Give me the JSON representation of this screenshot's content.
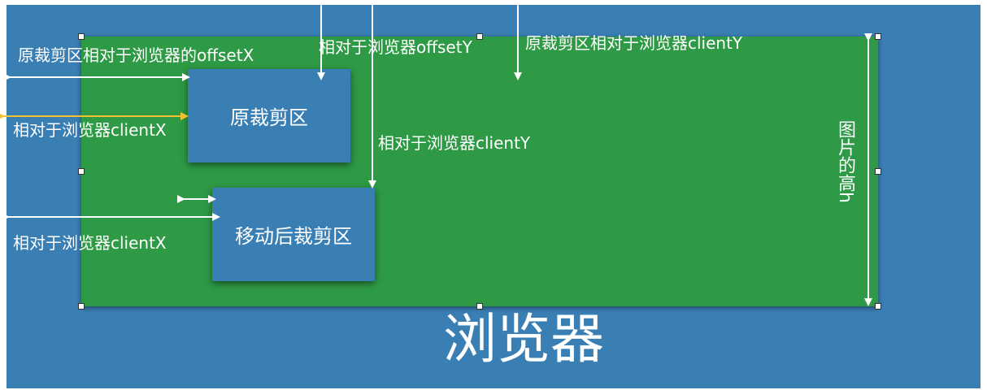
{
  "labels": {
    "browser": "浏览器",
    "orig_crop_box": "原裁剪区",
    "moved_crop_box": "移动后裁剪区",
    "orig_offset_x": "原裁剪区相对于浏览器的offsetX",
    "offset_y": "相对于浏览器offsetY",
    "orig_client_y": "原裁剪区相对于浏览器clientY",
    "client_x_1": "相对于浏览器clientX",
    "client_y": "相对于浏览器clientY",
    "client_x_2": "相对于浏览器clientX",
    "image_height": "图片的高h"
  },
  "colors": {
    "browser": "#3a7fb4",
    "image": "#2e9a45",
    "arrow": "#ffffff",
    "highlight_arrow": "#f2c230"
  }
}
